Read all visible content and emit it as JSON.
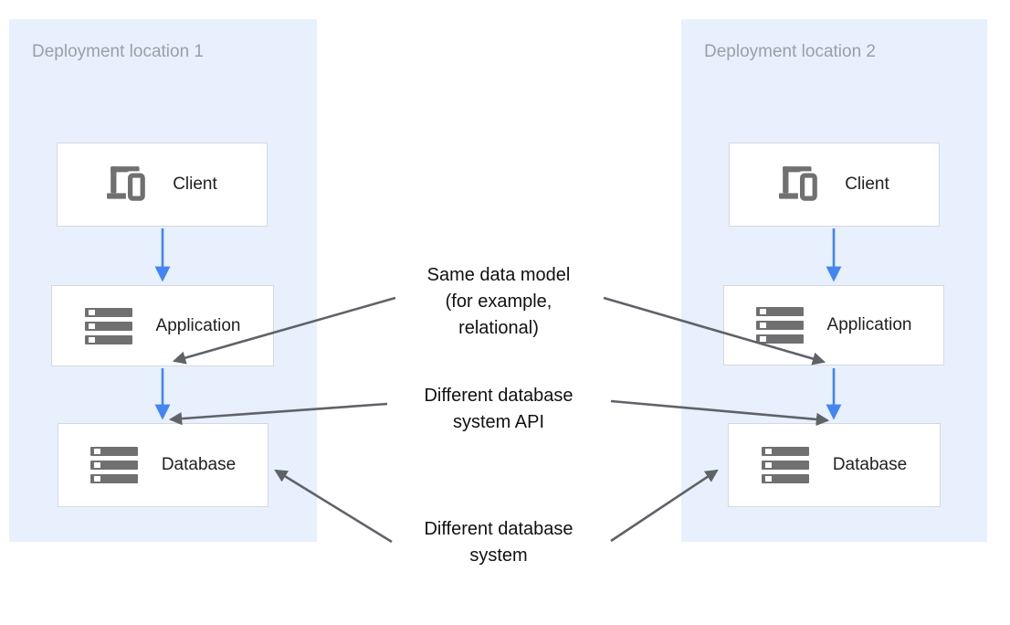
{
  "panels": [
    {
      "title": "Deployment location 1",
      "nodes": [
        {
          "label": "Client",
          "icon": "devices-icon"
        },
        {
          "label": "Application",
          "icon": "server-stack-icon"
        },
        {
          "label": "Database",
          "icon": "server-stack-icon"
        }
      ]
    },
    {
      "title": "Deployment location 2",
      "nodes": [
        {
          "label": "Client",
          "icon": "devices-icon"
        },
        {
          "label": "Application",
          "icon": "server-stack-icon"
        },
        {
          "label": "Database",
          "icon": "server-stack-icon"
        }
      ]
    }
  ],
  "annotations": [
    {
      "lines": [
        "Same data model",
        "(for example,",
        "relational)"
      ]
    },
    {
      "lines": [
        "Different database",
        "system API"
      ]
    },
    {
      "lines": [
        "Different database",
        "system"
      ]
    }
  ],
  "colors": {
    "panel_bg": "#e8f0fe",
    "panel_title": "#9aa0a6",
    "node_bg": "#ffffff",
    "node_border": "#d5d9de",
    "node_label": "#212121",
    "icon_gray": "#707070",
    "flow_arrow_blue": "#4285f4",
    "annotation_arrow_gray": "#5f6368",
    "annotation_text": "#111111"
  }
}
